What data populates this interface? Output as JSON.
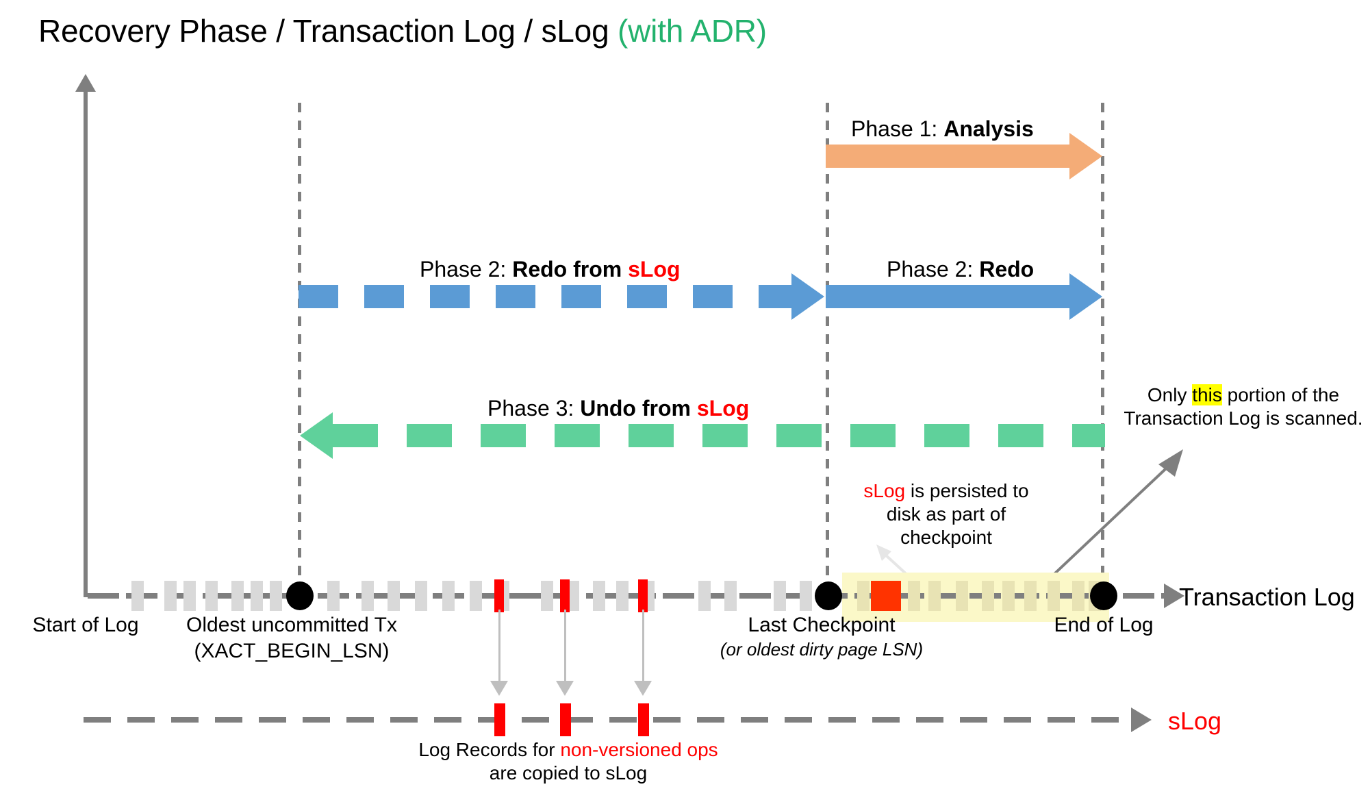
{
  "title": {
    "main": "Recovery Phase / Transaction Log / sLog ",
    "suffix": "(with ADR)"
  },
  "colors": {
    "analysis": "#F4AC77",
    "redo": "#5B9BD5",
    "undo": "#5FD19B",
    "accent_red": "#FF0000",
    "adr_green": "#23B26D",
    "highlight_band": "#FBF8C8",
    "highlight_text": "#FFFF00",
    "axis_gray": "#7F7F7F",
    "tick_gray": "#D9D9D9",
    "checkpoint_square": "#FF3300"
  },
  "phases": [
    {
      "id": "analysis",
      "prefix": "Phase 1: ",
      "name": "Analysis",
      "suffix": "",
      "style": "solid",
      "direction": "right"
    },
    {
      "id": "redo-slog",
      "prefix": "Phase 2: ",
      "name": "Redo from ",
      "suffix": "sLog",
      "style": "dashed",
      "direction": "right"
    },
    {
      "id": "redo",
      "prefix": "Phase 2: ",
      "name": "Redo",
      "suffix": "",
      "style": "solid",
      "direction": "right"
    },
    {
      "id": "undo-slog",
      "prefix": "Phase 3: ",
      "name": "Undo from ",
      "suffix": "sLog",
      "style": "dashed",
      "direction": "left"
    }
  ],
  "timeline": {
    "axis_label": "Transaction Log",
    "slog_label": "sLog",
    "markers": [
      {
        "id": "start-of-log",
        "label": "Start of Log",
        "sublabel": ""
      },
      {
        "id": "oldest-uncommitted",
        "label": "Oldest uncommitted Tx",
        "sublabel": "(XACT_BEGIN_LSN)"
      },
      {
        "id": "last-checkpoint",
        "label": "Last Checkpoint",
        "sublabel": "(or oldest dirty page LSN)"
      },
      {
        "id": "end-of-log",
        "label": "End of Log",
        "sublabel": ""
      }
    ]
  },
  "annotations": {
    "checkpoint_note": {
      "lead": "sLog",
      "rest": " is persisted to disk as part of checkpoint"
    },
    "scan_note": {
      "pre": "Only ",
      "highlight": "this",
      "post": " portion of the",
      "line2": "Transaction Log is scanned."
    },
    "copy_note": {
      "pre": "Log Records for ",
      "highlight": "non-versioned ops",
      "line2": "are copied to sLog"
    }
  }
}
